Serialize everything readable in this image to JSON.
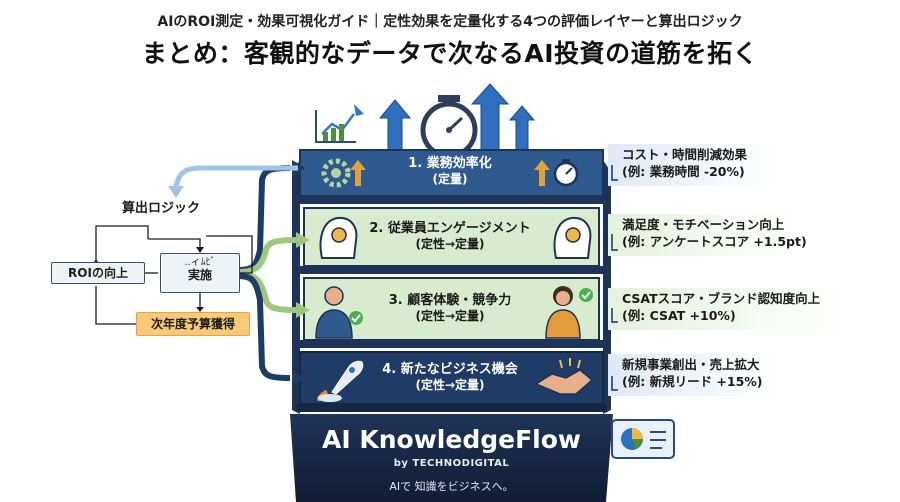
{
  "header": {
    "subtitle": "AIのROI測定・効果可視化ガイド｜定性効果を定量化する4つの評価レイヤーと算出ロジック",
    "title": "まとめ：客観的なデータで次なるAI投資の道筋を拓く"
  },
  "layers": [
    {
      "label": "1. 業務効率化",
      "sub": "(定量)",
      "effect": "コスト・時間削減効果",
      "example": "(例: 業務時間 -20%)",
      "color": "#2f5a8f"
    },
    {
      "label": "2. 従業員エンゲージメント",
      "sub": "(定性→定量)",
      "effect": "満足度・モチベーション向上",
      "example": "(例: アンケートスコア +1.5pt)",
      "color": "#d9ebcf"
    },
    {
      "label": "3. 顧客体験・競争力",
      "sub": "(定性→定量)",
      "effect": "CSATスコア・ブランド認知度向上",
      "example": "(例: CSAT +10%)",
      "color": "#d9ebcf"
    },
    {
      "label": "4. 新たなビジネス機会",
      "sub": "(定性→定量)",
      "effect": "新規事業創出・売上拡大",
      "example": "(例: 新規リード +15%)",
      "color": "#1f3c66"
    }
  ],
  "calc": {
    "title": "算出ロジック",
    "roi": "ROIの向上",
    "exec_small": "..ィﾑﾋﾞ",
    "exec": "実施",
    "budget": "次年度予算獲得"
  },
  "brand": {
    "name": "AI KnowledgeFlow",
    "by": "by TECHNODIGITAL",
    "tagline": "AIで 知識をビジネスへ。"
  }
}
